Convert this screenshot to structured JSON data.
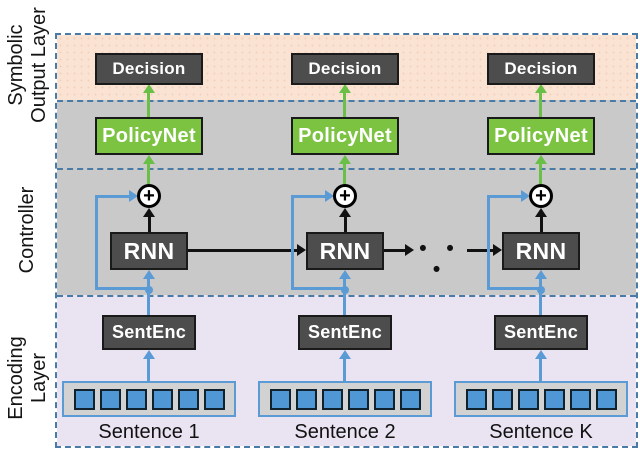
{
  "colors": {
    "peach": "#fae3d3",
    "peach_dot": "#f3d2bd",
    "band_gray": "#c9c9c9",
    "lavender": "#e9e3f2",
    "dark_box": "#4d4d4d",
    "box_border": "#1a1a1a",
    "green_box": "#7cc342",
    "green_arrow": "#6abf47",
    "blue": "#5b9bd5",
    "token_blue": "#4f97d5",
    "strip_gray": "#d2d2d2",
    "dash_blue": "#4a7ba6",
    "black": "#111111"
  },
  "layer_labels": {
    "symbolic": [
      "Symbolic",
      "Output Layer"
    ],
    "controller": "Controller",
    "encoding": [
      "Encoding",
      "Layer"
    ]
  },
  "columns": [
    {
      "decision": "Decision",
      "policynet": "PolicyNet",
      "rnn": "RNN",
      "sentenc": "SentEnc",
      "sentence_label": "Sentence 1",
      "token_count": 6
    },
    {
      "decision": "Decision",
      "policynet": "PolicyNet",
      "rnn": "RNN",
      "sentenc": "SentEnc",
      "sentence_label": "Sentence 2",
      "token_count": 6
    },
    {
      "decision": "Decision",
      "policynet": "PolicyNet",
      "rnn": "RNN",
      "sentenc": "SentEnc",
      "sentence_label": "Sentence K",
      "token_count": 6
    }
  ],
  "plus_symbol": "+",
  "ellipsis": "• • •"
}
